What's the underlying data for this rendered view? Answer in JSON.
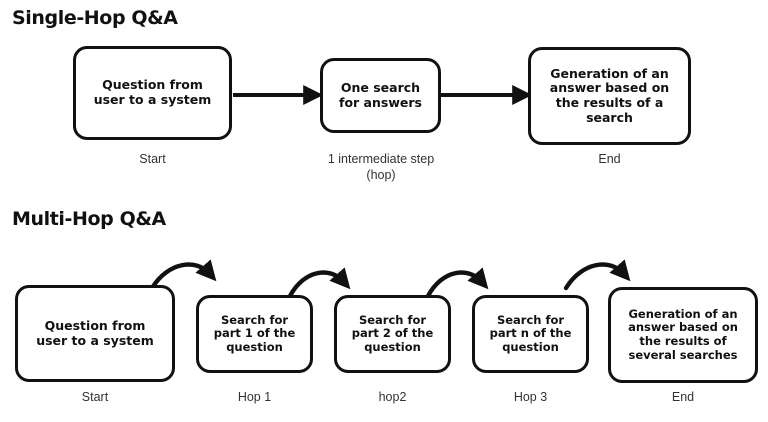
{
  "sections": {
    "single": {
      "title": "Single-Hop Q&A",
      "nodes": [
        {
          "text": "Question from\nuser to a system",
          "caption": "Start"
        },
        {
          "text": "One search\nfor answers",
          "caption": "1 intermediate step\n(hop)"
        },
        {
          "text": "Generation of an\nanswer based on\nthe results of a\nsearch",
          "caption": "End"
        }
      ]
    },
    "multi": {
      "title": "Multi-Hop Q&A",
      "nodes": [
        {
          "text": "Question from\nuser to a system",
          "caption": "Start"
        },
        {
          "text": "Search for\npart 1 of the\nquestion",
          "caption": "Hop 1"
        },
        {
          "text": "Search for\npart 2 of the\nquestion",
          "caption": "hop2"
        },
        {
          "text": "Search for\npart n of the\nquestion",
          "caption": "Hop 3"
        },
        {
          "text": "Generation of an\nanswer based on\nthe results of\nseveral searches",
          "caption": "End"
        }
      ]
    }
  },
  "colors": {
    "stroke": "#111111",
    "background": "#ffffff",
    "caption": "#333333"
  }
}
